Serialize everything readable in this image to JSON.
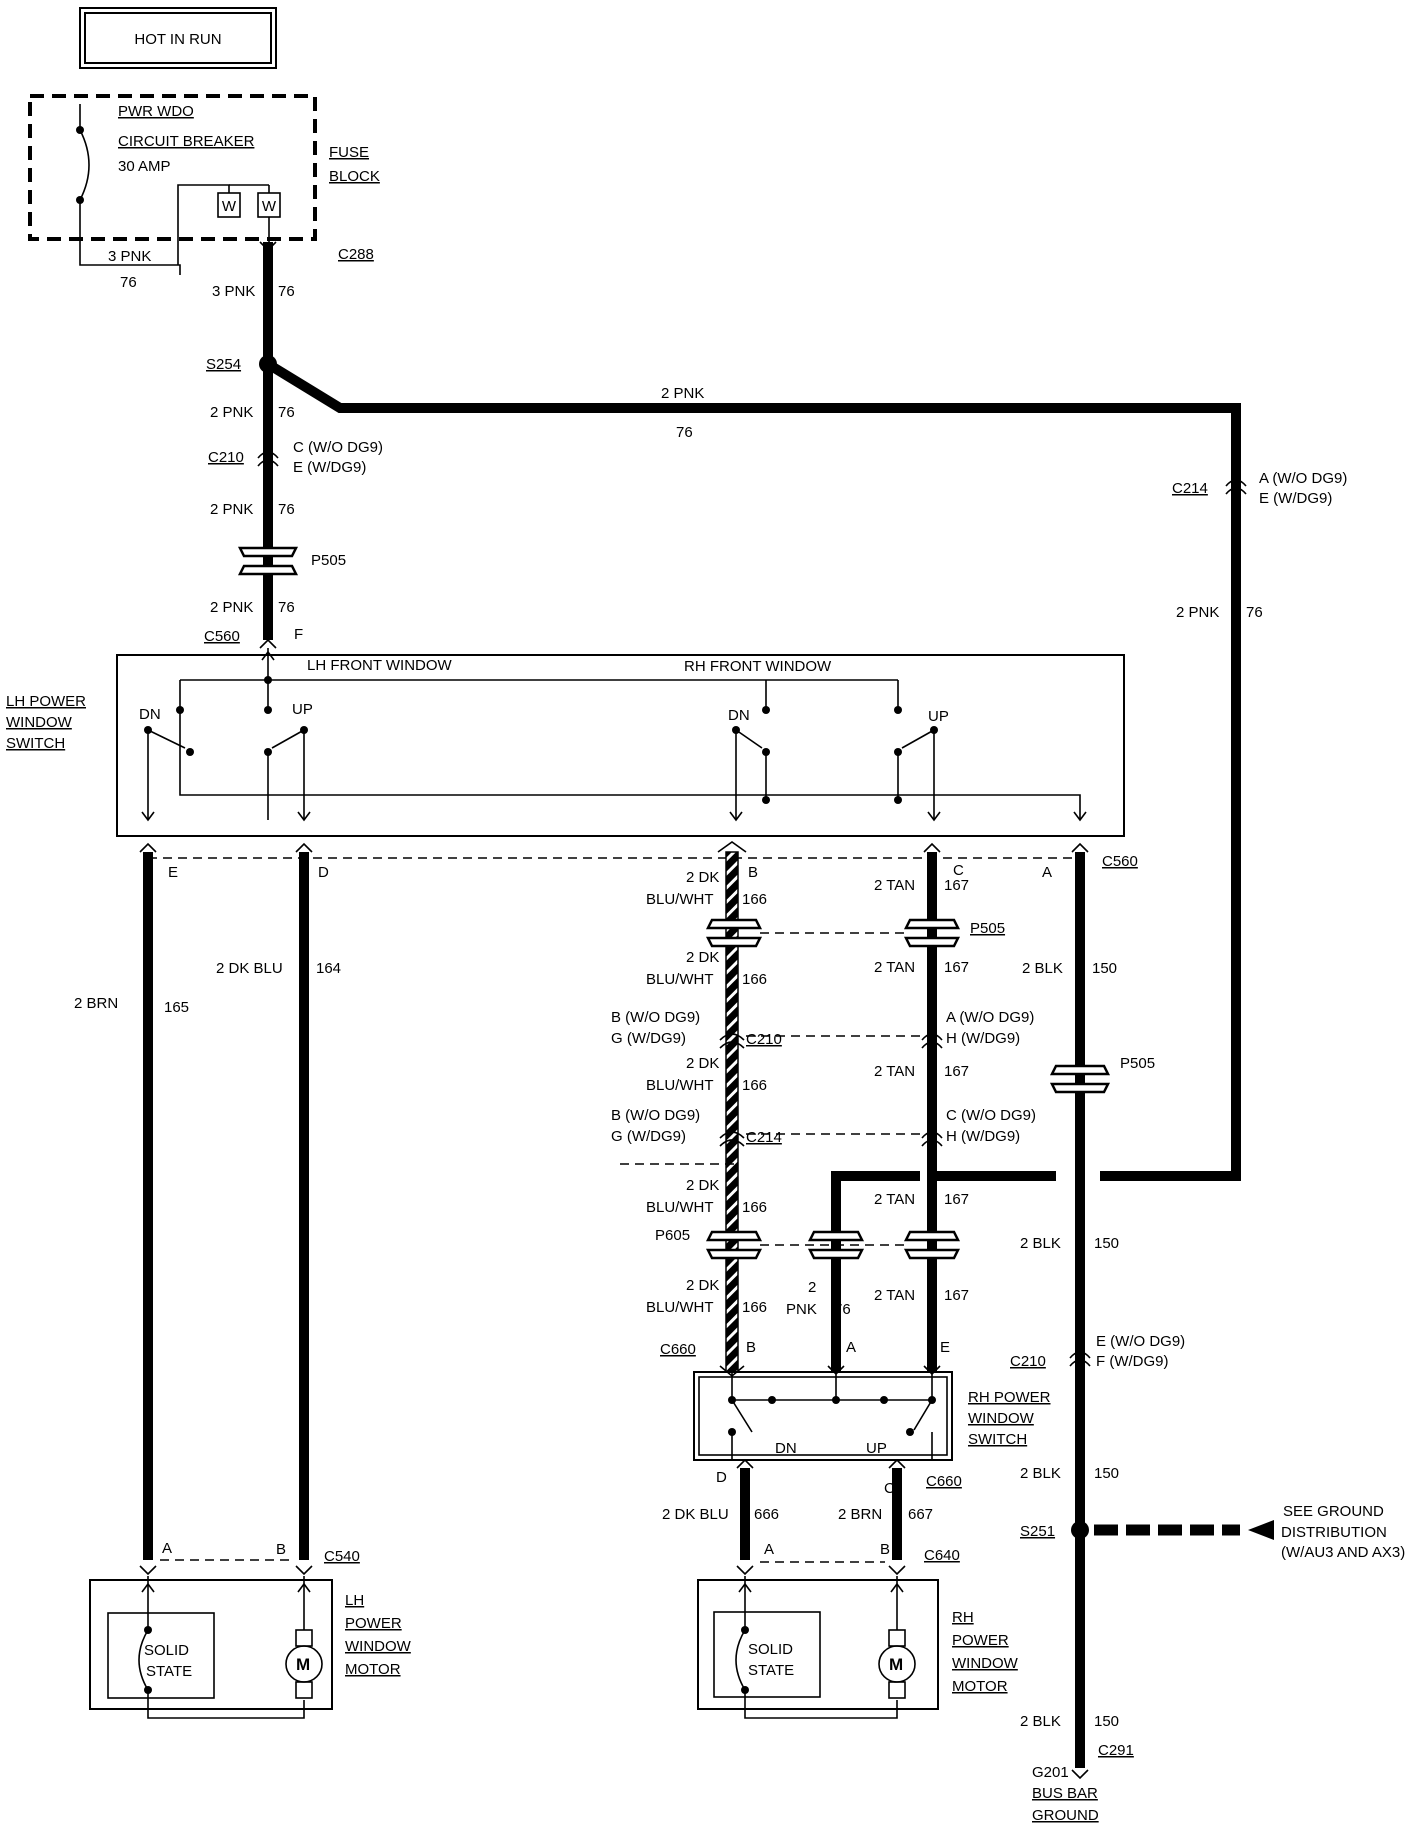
{
  "header": {
    "title": "HOT IN RUN"
  },
  "fuse_block": {
    "breaker_line1": "PWR WDO",
    "breaker_line2": "CIRCUIT BREAKER",
    "breaker_rating": "30 AMP",
    "label_line1": "FUSE",
    "label_line2": "BLOCK",
    "terminal_w": "W",
    "inner_wire": "3 PNK",
    "inner_circuit": "76"
  },
  "connectors": {
    "c288": "C288",
    "s254": "S254",
    "c210": "C210",
    "p505": "P505",
    "c560": "C560",
    "c214": "C214",
    "p605": "P605",
    "c660": "C660",
    "c540": "C540",
    "c640": "C640",
    "s251": "S251",
    "c291": "C291"
  },
  "feed": {
    "wire_3pnk": "3 PNK",
    "circuit_76": "76",
    "wire_2pnk": "2 PNK",
    "c210_pins_line1": "C (W/O DG9)",
    "c210_pins_line2": "E (W/DG9)",
    "c214_pins_line1": "A (W/O DG9)",
    "c214_pins_line2": "E (W/DG9)",
    "c560_pin_f": "F"
  },
  "lh_switch": {
    "label_line1": "LH POWER",
    "label_line2": "WINDOW",
    "label_line3": "SWITCH",
    "lh_section": "LH FRONT WINDOW",
    "rh_section": "RH FRONT WINDOW",
    "dn": "DN",
    "up": "UP"
  },
  "lh_wires": {
    "pin_e": "E",
    "pin_d": "D",
    "pin_b": "B",
    "pin_c": "C",
    "pin_a": "A",
    "brn": "2 BRN",
    "brn_circuit": "165",
    "dkblu": "2 DK BLU",
    "dkblu_circuit": "164"
  },
  "rh_wires": {
    "dkbluwht_line1": "2 DK",
    "dkbluwht_line2": "BLU/WHT",
    "dkbluwht_circuit": "166",
    "tan": "2 TAN",
    "tan_circuit": "167",
    "blk": "2 BLK",
    "blk_circuit": "150",
    "c210_left_line1": "B (W/O DG9)",
    "c210_left_line2": "G (W/DG9)",
    "c210_right_line1": "A (W/O DG9)",
    "c210_right_line2": "H (W/DG9)",
    "c214_left_line1": "B (W/O DG9)",
    "c214_left_line2": "G (W/DG9)",
    "c214_right_line1": "C (W/O DG9)",
    "c214_right_line2": "H (W/DG9)",
    "pnk_2": "2",
    "pnk_label": "PNK",
    "pnk_circuit": "76",
    "blk_c210_line1": "E (W/O DG9)",
    "blk_c210_line2": "F (W/DG9)"
  },
  "rh_switch": {
    "label_line1": "RH POWER",
    "label_line2": "WINDOW",
    "label_line3": "SWITCH",
    "pin_b": "B",
    "pin_a": "A",
    "pin_e": "E",
    "pin_d": "D",
    "pin_c": "C",
    "dn": "DN",
    "up": "UP"
  },
  "rh_motor_wires": {
    "dkblu": "2 DK BLU",
    "dkblu_circuit": "666",
    "brn": "2 BRN",
    "brn_circuit": "667",
    "pin_a": "A",
    "pin_b": "B"
  },
  "lh_motor": {
    "pin_a": "A",
    "pin_b": "B",
    "solid_line1": "SOLID",
    "solid_line2": "STATE",
    "m": "M",
    "label_line1": "LH",
    "label_line2": "POWER",
    "label_line3": "WINDOW",
    "label_line4": "MOTOR"
  },
  "rh_motor": {
    "solid_line1": "SOLID",
    "solid_line2": "STATE",
    "m": "M",
    "label_line1": "RH",
    "label_line2": "POWER",
    "label_line3": "WINDOW",
    "label_line4": "MOTOR"
  },
  "ground": {
    "see_line1": "SEE GROUND",
    "see_line2": "DISTRIBUTION",
    "see_line3": "(W/AU3 AND AX3)",
    "g201": "G201",
    "bus_line1": "BUS BAR",
    "bus_line2": "GROUND"
  }
}
